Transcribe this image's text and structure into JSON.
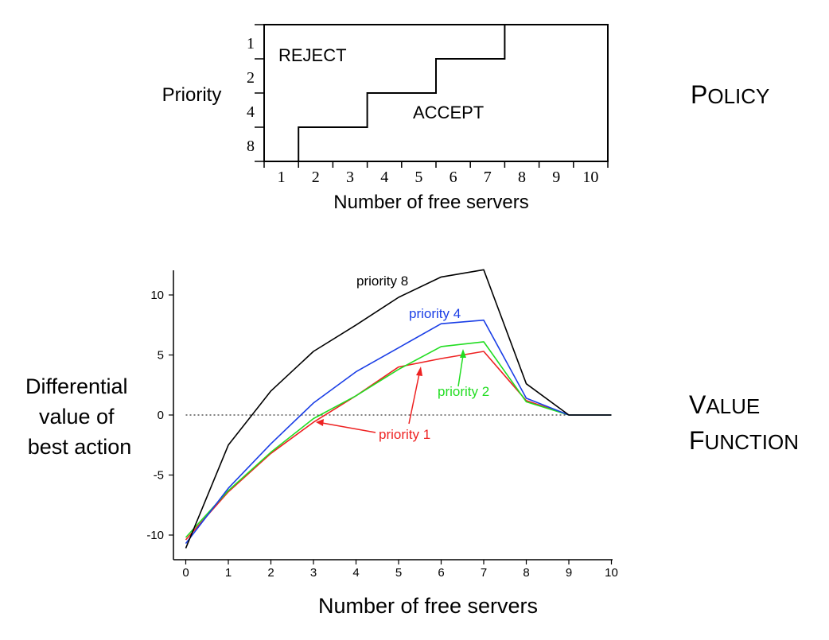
{
  "side_labels": {
    "policy": {
      "first": "P",
      "rest": "OLICY"
    },
    "value_function": {
      "line1": {
        "first": "V",
        "rest": "ALUE"
      },
      "line2": {
        "first": "F",
        "rest": "UNCTION"
      }
    }
  },
  "chart_data": [
    {
      "type": "step",
      "title": "",
      "ylabel": "Priority",
      "xlabel": "Number of free servers",
      "x_ticks": [
        "1",
        "2",
        "3",
        "4",
        "5",
        "6",
        "7",
        "8",
        "9",
        "10"
      ],
      "y_ticks": [
        "1",
        "2",
        "4",
        "8"
      ],
      "regions": {
        "upper": "REJECT",
        "lower": "ACCEPT"
      },
      "boundary": [
        {
          "priority": "8",
          "accept_from_free_servers": 2
        },
        {
          "priority": "4",
          "accept_from_free_servers": 4
        },
        {
          "priority": "2",
          "accept_from_free_servers": 6
        },
        {
          "priority": "1",
          "accept_from_free_servers": 8
        }
      ]
    },
    {
      "type": "line",
      "title": "",
      "ylabel": "Differential value of best action",
      "ylabel_lines": [
        "Differential",
        "value of",
        "best action"
      ],
      "xlabel": "Number of free servers",
      "x": [
        0,
        1,
        2,
        3,
        4,
        5,
        6,
        7,
        8,
        9,
        10
      ],
      "x_ticks": [
        "0",
        "1",
        "2",
        "3",
        "4",
        "5",
        "6",
        "7",
        "8",
        "9",
        "10"
      ],
      "y_ticks": [
        "-10",
        "-5",
        "0",
        "5",
        "10"
      ],
      "xlim": [
        0,
        10
      ],
      "ylim": [
        -12,
        12
      ],
      "zero_line": "dotted",
      "series": [
        {
          "name": "priority 8",
          "color": "#000000",
          "values": [
            -11.1,
            -2.5,
            2.0,
            5.3,
            7.5,
            9.8,
            11.5,
            12.1,
            2.6,
            0.0,
            0.0
          ]
        },
        {
          "name": "priority 4",
          "color": "#1a3ee6",
          "values": [
            -10.7,
            -6.1,
            -2.4,
            1.0,
            3.6,
            5.6,
            7.6,
            7.9,
            1.4,
            0.0,
            0.0
          ]
        },
        {
          "name": "priority 2",
          "color": "#22dd22",
          "values": [
            -10.2,
            -6.3,
            -3.1,
            -0.3,
            1.6,
            3.8,
            5.7,
            6.1,
            1.1,
            0.0,
            0.0
          ]
        },
        {
          "name": "priority 1",
          "color": "#ee2222",
          "values": [
            -10.4,
            -6.4,
            -3.2,
            -0.6,
            1.6,
            4.0,
            4.7,
            5.3,
            1.2,
            0.0,
            0.0
          ]
        }
      ]
    }
  ]
}
